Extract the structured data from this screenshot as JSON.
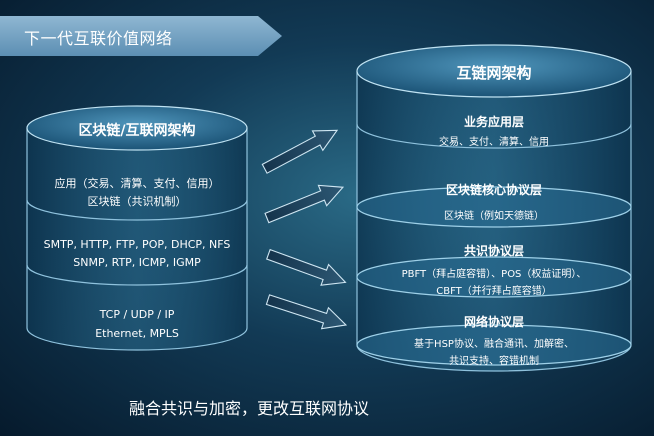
{
  "banner": {
    "title": "下一代互联价值网络"
  },
  "left_stack": {
    "title": "区块链/互联网架构",
    "layers": [
      {
        "line1": "应用（交易、清算、支付、信用）",
        "line2": "区块链（共识机制）"
      },
      {
        "line1": "SMTP, HTTP, FTP, POP, DHCP, NFS",
        "line2": "SNMP, RTP, ICMP, IGMP"
      },
      {
        "line1": "TCP / UDP / IP",
        "line2": "Ethernet, MPLS"
      }
    ]
  },
  "right_stack": {
    "title": "互链网架构",
    "layers": [
      {
        "name": "业务应用层",
        "line1": "交易、支付、清算、信用",
        "line2": ""
      },
      {
        "name": "区块链核心协议层",
        "line1": "区块链（例如天德链）",
        "line2": ""
      },
      {
        "name": "共识协议层",
        "line1": "PBFT（拜占庭容错）、POS（权益证明）、",
        "line2": "CBFT（并行拜占庭容错）"
      },
      {
        "name": "网络协议层",
        "line1": "基于HSP协议、融合通讯、加解密、",
        "line2": "共识支持、容错机制"
      }
    ]
  },
  "caption": "融合共识与加密，更改互联网协议"
}
